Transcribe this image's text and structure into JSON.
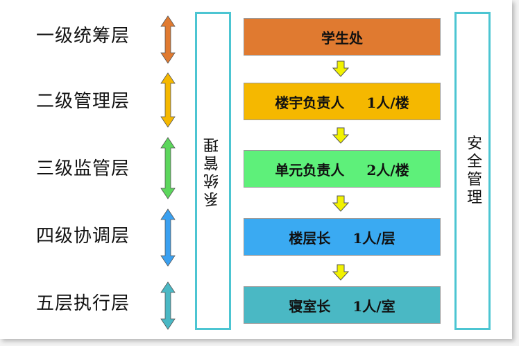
{
  "levels": [
    {
      "label": "一级统筹层",
      "color": "#e07a30"
    },
    {
      "label": "二级管理层",
      "color": "#f5b800"
    },
    {
      "label": "三级监管层",
      "color": "#5cd65c"
    },
    {
      "label": "四级协调层",
      "color": "#3aa0f0"
    },
    {
      "label": "五层执行层",
      "color": "#4ab8c4"
    }
  ],
  "side_left": {
    "label": "系统管理"
  },
  "side_right": {
    "label": "安全管理"
  },
  "boxes": [
    {
      "name": "学生处",
      "count": "",
      "color": "#e07a30"
    },
    {
      "name": "楼宇负责人",
      "count": "1人/楼",
      "color": "#f5b800"
    },
    {
      "name": "单元负责人",
      "count": "2人/楼",
      "color": "#5ef07a"
    },
    {
      "name": "楼层长",
      "count": "1人/层",
      "color": "#3aaaf2"
    },
    {
      "name": "寝室长",
      "count": "1人/室",
      "color": "#4ab8c4"
    }
  ],
  "flow_arrow_color": "#f2f200"
}
